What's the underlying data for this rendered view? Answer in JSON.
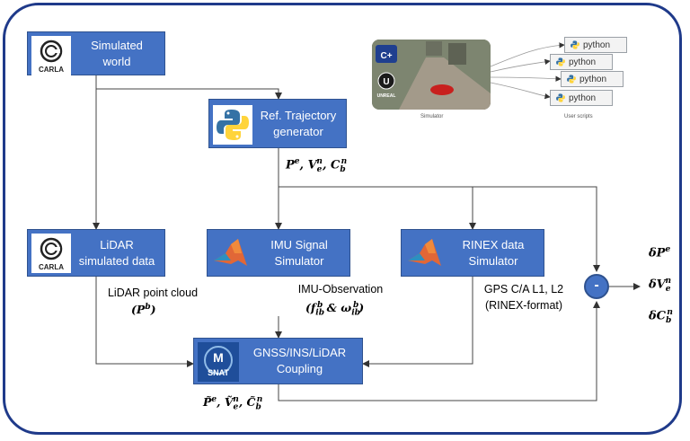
{
  "boxes": {
    "simulated_world": "Simulated\nworld",
    "ref_traj": "Ref. Trajectory\ngenerator",
    "lidar": "LiDAR\nsimulated data",
    "imu": "IMU Signal\nSimulator",
    "rinex": "RINEX data\nSimulator",
    "coupling": "GNSS/INS/LiDAR\nCoupling"
  },
  "labels": {
    "lidar_cloud": "LiDAR point cloud",
    "imu_obs": "IMU-Observation",
    "gps": "GPS C/A L1, L2",
    "rinex_format": "(RINEX-format)",
    "minus": "-"
  },
  "logos": {
    "carla": "CARLA",
    "musnat_top": "M",
    "musnat_bottom": "SNAT"
  },
  "inset": {
    "simulator_caption": "Simulator",
    "scripts_caption": "User scripts",
    "script_label": "python",
    "engine_label": "UNREAL"
  },
  "icons": [
    "carla-logo-icon",
    "python-logo-icon",
    "matlab-logo-icon",
    "musnat-logo-icon",
    "cpp-logo-icon",
    "unreal-logo-icon"
  ],
  "colors": {
    "box": "#4472c4",
    "border": "#1f3a8a",
    "text": "#ffffff"
  }
}
